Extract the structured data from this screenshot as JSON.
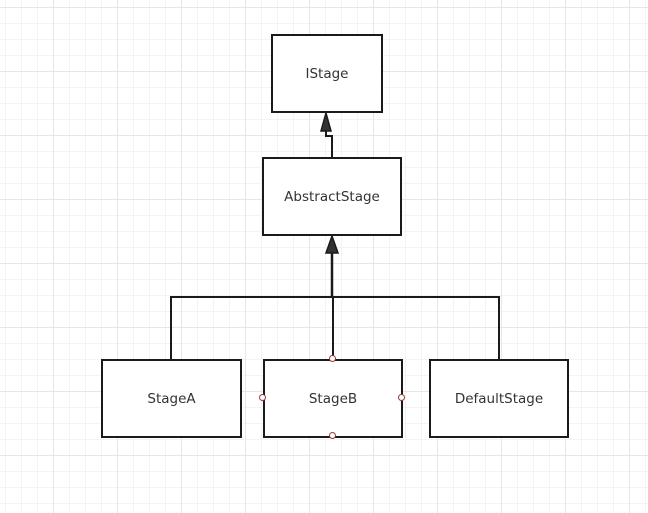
{
  "diagram": {
    "nodes": [
      {
        "id": "istage",
        "label": "IStage"
      },
      {
        "id": "abstract_stage",
        "label": "AbstractStage"
      },
      {
        "id": "stage_a",
        "label": "StageA"
      },
      {
        "id": "stage_b",
        "label": "StageB",
        "selected": true
      },
      {
        "id": "default_stage",
        "label": "DefaultStage"
      }
    ],
    "edges": [
      {
        "from": "abstract_stage",
        "to": "istage",
        "type": "generalization"
      },
      {
        "from": "stage_a",
        "to": "abstract_stage",
        "type": "generalization"
      },
      {
        "from": "stage_b",
        "to": "abstract_stage",
        "type": "generalization"
      },
      {
        "from": "default_stage",
        "to": "abstract_stage",
        "type": "generalization"
      }
    ],
    "colors": {
      "stroke": "#1a1a1a",
      "text": "#333333",
      "grid": "#e6e6e6",
      "handle": "#9a3b3b"
    }
  }
}
